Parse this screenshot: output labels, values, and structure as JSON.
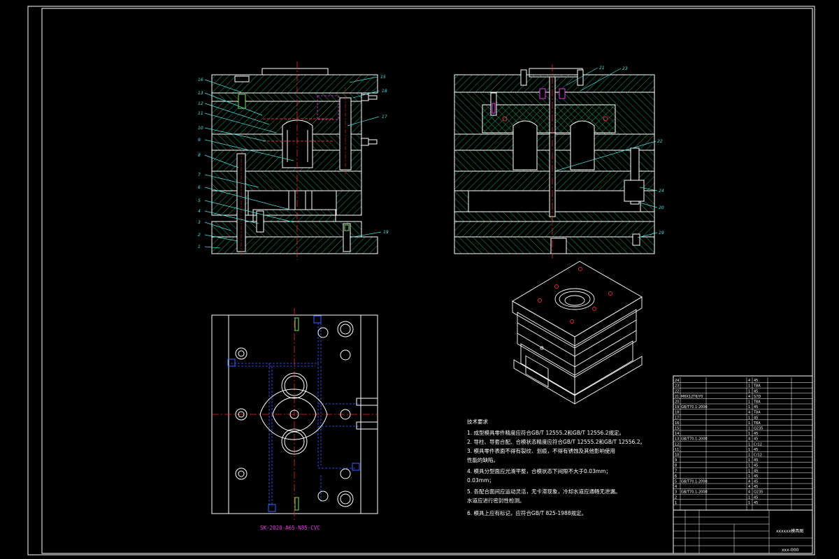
{
  "colors": {
    "background": "#000000",
    "outline": "#ffffff",
    "hatch": "#1aa05a",
    "leader": "#4fe0e0",
    "centerline": "#e03030",
    "hidden": "#4060ff",
    "accent": "#e040e0",
    "part_green": "#7ee05a"
  },
  "front_view": {
    "left_labels": [
      "16",
      "13",
      "12",
      "11",
      "10",
      "9",
      "8",
      "7",
      "6",
      "5",
      "4",
      "3",
      "2",
      "1"
    ],
    "right_labels": [
      "15",
      "18",
      "17"
    ],
    "bottom_right_label": "19"
  },
  "side_view": {
    "labels": [
      "21",
      "23",
      "22",
      "24",
      "20",
      "19"
    ]
  },
  "plan_view": {
    "drawing_code": "SK-2020-A65-N85-CVC"
  },
  "technical_notes": {
    "heading": "技术要求",
    "lines": [
      "1. 成型模具零件精度应符合GB/T 12555.2和GB/T 12556.2规定。",
      "2. 导柱、导套合配、合模状态精度应符合GB/T 12555.2和GB/T 12556.2。",
      "3. 模具零件表面不得有裂纹、划痕，不得有锈蚀及其他影响使用",
      "   性能的缺陷。",
      "4. 模具分型面应光滑平整，合模状态下间隙不大于0.03mm；",
      "   0.03mm；",
      "5. 各配合面间应运动灵活，无卡滞现象，冷却水道应通畅无泄漏。",
      "   水道应进行密封性检测。",
      "6. 模具上应有标记，应符合GB/T 825-1988规定。"
    ]
  },
  "title_block": {
    "title": "xxxxxx模具图",
    "drawing_no": "xxx-000",
    "bom_numbers": [
      "24",
      "23",
      "22",
      "21",
      "20",
      "19",
      "18",
      "17",
      "16",
      "15",
      "14",
      "13",
      "12",
      "11",
      "10",
      "9",
      "8",
      "7",
      "6",
      "5",
      "4",
      "3",
      "2",
      "1"
    ],
    "bom_standards": [
      "",
      "",
      "",
      "M6X12T6/Y0",
      "",
      "GB/T70.1-2000",
      "",
      "",
      "",
      "",
      "",
      "GB/T70.1-2000",
      "",
      "",
      "",
      "",
      "",
      "",
      "",
      "GB/T70.1-2000",
      "",
      "GB/T70.1-2000",
      "",
      ""
    ],
    "bom_qty": [
      "4",
      "1",
      "1",
      "4",
      "1",
      "1",
      "4",
      "1",
      "1",
      "1",
      "1",
      "4",
      "1",
      "1",
      "1",
      "1",
      "1",
      "1",
      "1",
      "4",
      "4",
      "4",
      "1",
      "1"
    ],
    "bom_materials": [
      "45",
      "T8A",
      "45",
      "S7D",
      "T8A",
      "45",
      "T8A",
      "45",
      "T8A",
      "Q235",
      "45",
      "45",
      "Cr12",
      "45",
      "Cr12",
      "45",
      "45",
      "45",
      "45",
      "45",
      "45",
      "Q235",
      "45",
      "45"
    ]
  }
}
